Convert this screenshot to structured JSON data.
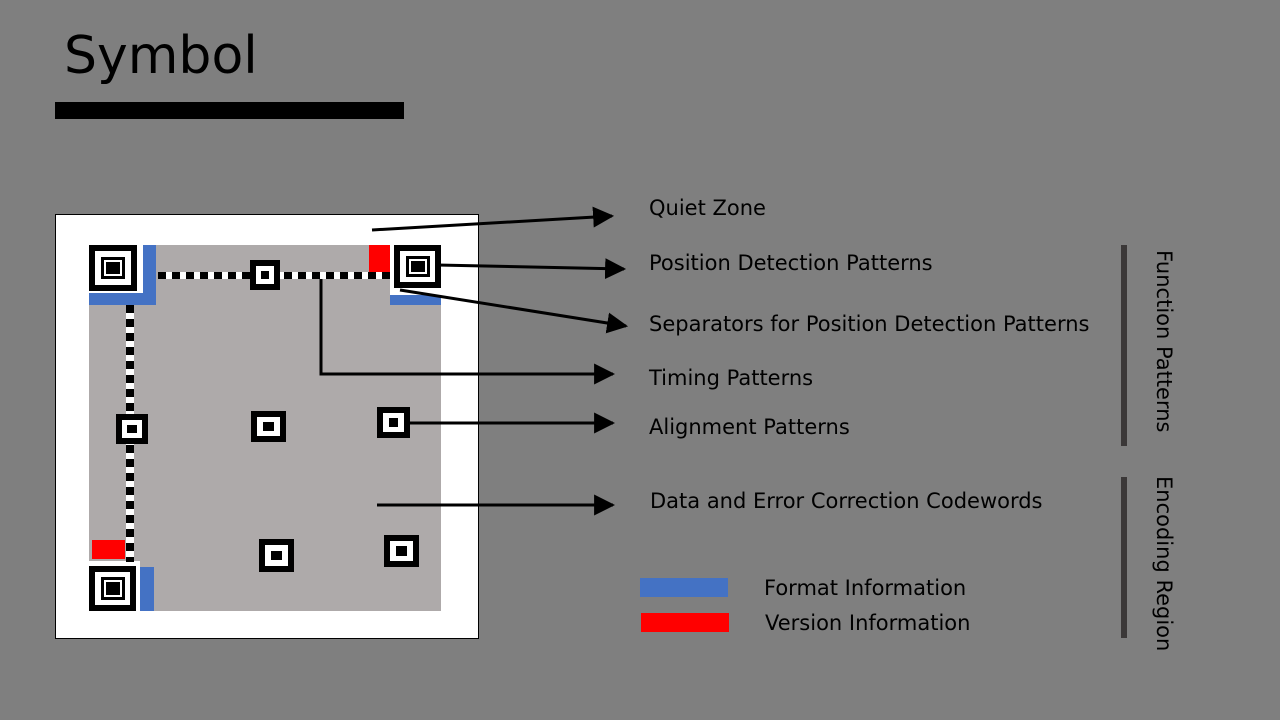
{
  "slide": {
    "title": "Symbol"
  },
  "callouts": {
    "quiet_zone": "Quiet Zone",
    "position_detection": "Position Detection Patterns",
    "separators": "Separators for Position Detection Patterns",
    "timing": "Timing Patterns",
    "alignment": "Alignment Patterns",
    "data_codewords": "Data and Error Correction Codewords"
  },
  "groups": {
    "function_patterns": "Function Patterns",
    "encoding_region": "Encoding Region"
  },
  "legend": {
    "format_information": "Format Information",
    "version_information": "Version Information"
  },
  "colors": {
    "background": "#7f7f7f",
    "symbol_area": "#aeaaaa",
    "format_information": "#4472c4",
    "version_information": "#ff0000"
  }
}
